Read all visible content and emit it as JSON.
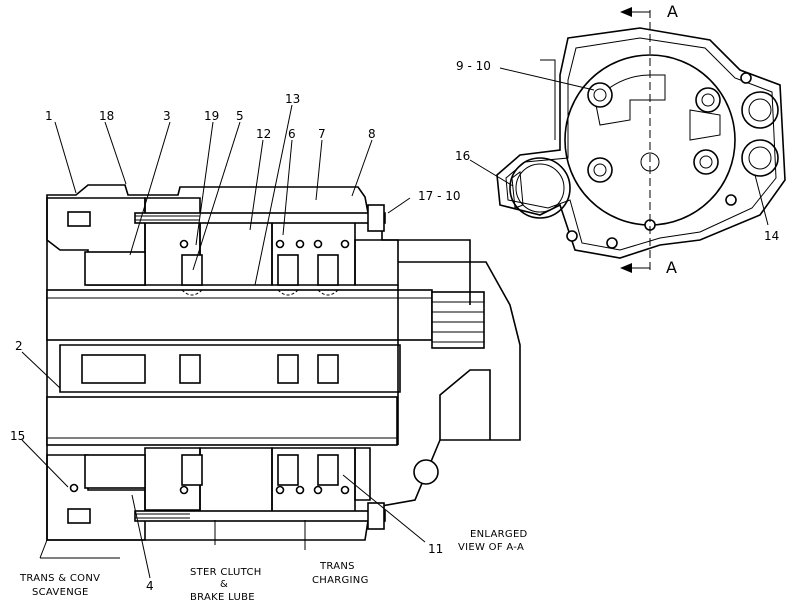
{
  "callouts": [
    "1",
    "18",
    "3",
    "19",
    "5",
    "12",
    "6",
    "7",
    "8",
    "13",
    "17 - 10",
    "2",
    "15",
    "4",
    "11",
    "9 - 10",
    "16",
    "14"
  ],
  "section_marks": {
    "top": "A",
    "bottom": "A"
  },
  "captions": {
    "view_line1": "ENLARGED",
    "view_line2": "VIEW OF A-A",
    "scavenge_line1": "TRANS & CONV",
    "scavenge_line2": "SCAVENGE",
    "steer_line1": "STER CLUTCH",
    "steer_line2": "&",
    "steer_line3": "BRAKE LUBE",
    "charging_line1": "TRANS",
    "charging_line2": "CHARGING"
  }
}
